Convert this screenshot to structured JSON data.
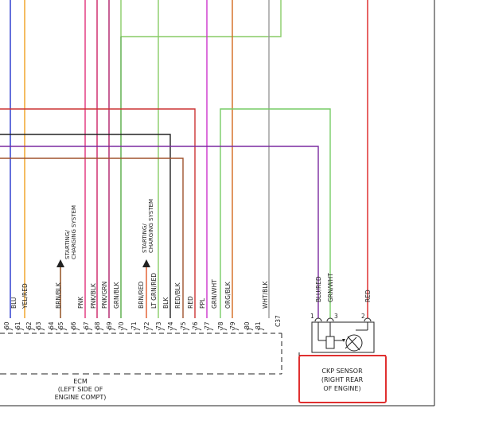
{
  "ecm_pins": [
    {
      "pin": "60",
      "label": "BLU",
      "color": "#2233cc"
    },
    {
      "pin": "61",
      "label": "YEL/RED",
      "color": "#f0a020"
    },
    {
      "pin": "62",
      "label": "",
      "color": ""
    },
    {
      "pin": "63",
      "label": "",
      "color": ""
    },
    {
      "pin": "64",
      "label": "BRN/BLK",
      "color": "#8b4513"
    },
    {
      "pin": "65",
      "label": "",
      "color": ""
    },
    {
      "pin": "66",
      "label": "PNK",
      "color": "#e0307a"
    },
    {
      "pin": "67",
      "label": "PNK/BLK",
      "color": "#cc2266"
    },
    {
      "pin": "68",
      "label": "PNK/GRN",
      "color": "#b0206a"
    },
    {
      "pin": "69",
      "label": "GRN/BLK",
      "color": "#55aa44"
    },
    {
      "pin": "70",
      "label": "",
      "color": ""
    },
    {
      "pin": "71",
      "label": "BRN/RED",
      "color": "#a0522d"
    },
    {
      "pin": "72",
      "label": "LT GRN/RED",
      "color": "#88cc66"
    },
    {
      "pin": "73",
      "label": "BLK",
      "color": "#222222"
    },
    {
      "pin": "74",
      "label": "RED/BLK",
      "color": "#aa2222"
    },
    {
      "pin": "75",
      "label": "RED",
      "color": "#cc3333"
    },
    {
      "pin": "76",
      "label": "PPL",
      "color": "#cc33cc"
    },
    {
      "pin": "77",
      "label": "GRN/WHT",
      "color": "#66bb55"
    },
    {
      "pin": "78",
      "label": "ORG/BLK",
      "color": "#d2691e"
    },
    {
      "pin": "79",
      "label": "",
      "color": ""
    },
    {
      "pin": "80",
      "label": "",
      "color": ""
    },
    {
      "pin": "81",
      "label": "WHT/BLK",
      "color": "#999999"
    }
  ],
  "connector_id": "C37",
  "starting_notes": [
    {
      "line1": "STARTING/",
      "line2": "CHARGING SYSTEM"
    },
    {
      "line1": "STARTING/",
      "line2": "CHARGING SYSTEM"
    }
  ],
  "ecm_label": {
    "line1": "ECM",
    "line2": "(LEFT SIDE OF",
    "line3": "ENGINE COMPT)"
  },
  "sensor": {
    "pins": [
      "1",
      "3",
      "2"
    ],
    "wire_labels": [
      "BLU/RED",
      "GRN/WHT",
      "RED"
    ],
    "label_line1": "CKP SENSOR",
    "label_line2": "(RIGHT REAR",
    "label_line3": "OF ENGINE)",
    "highlight_color": "#e03030"
  },
  "colors": {
    "blu_red": "#7a2aa0",
    "grn_wht": "#77cc66",
    "red": "#dd2222",
    "brn": "#a0522d",
    "blk": "#222222",
    "pnk": "#e0307a",
    "grn": "#66bb55"
  }
}
